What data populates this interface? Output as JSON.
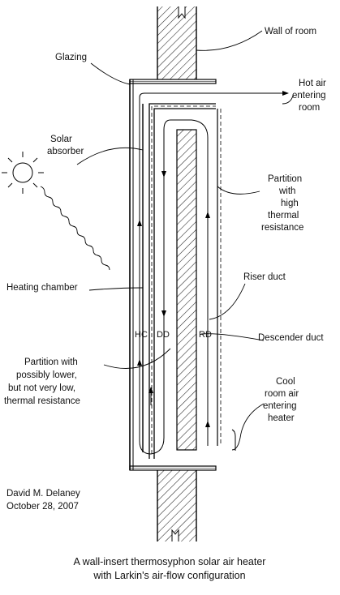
{
  "labels": {
    "wall_of_room": "Wall of room",
    "glazing": "Glazing",
    "hot_air": [
      "Hot air",
      "entering",
      "room"
    ],
    "solar_absorber": [
      "Solar",
      "absorber"
    ],
    "partition_high": [
      "Partition",
      "with",
      "high",
      "thermal",
      "resistance"
    ],
    "heating_chamber": "Heating chamber",
    "riser_duct": "Riser duct",
    "descender_duct": "Descender duct",
    "partition_low": [
      "Partition with",
      "possibly lower,",
      "but not very low,",
      "thermal resistance"
    ],
    "cool_air": [
      "Cool",
      "room air",
      "entering",
      "heater"
    ],
    "author": [
      "David M. Delaney",
      "October 28, 2007"
    ]
  },
  "codes": {
    "hc": "HC",
    "dd": "DD",
    "rd": "RD"
  },
  "caption": [
    "A wall-insert thermosyphon solar air heater",
    "with Larkin's air-flow configuration"
  ]
}
